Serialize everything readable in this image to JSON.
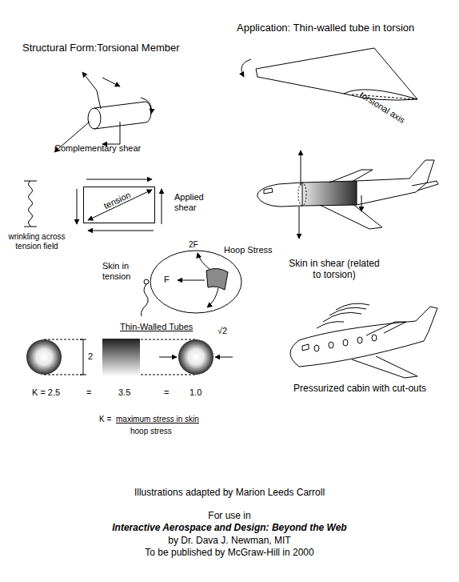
{
  "diagram": {
    "nodes": [
      {
        "text": [
          "tension"
        ]
      },
      {
        "text": [
          "F"
        ]
      }
    ],
    "labels": [
      "Structural Form:Torsional Member",
      "Application: Thin-walled tube in torsion",
      "Complementary shear",
      "torsional axis",
      "Applied shear",
      "wrinkling across tension field",
      "Skin in shear (related to torsion)",
      "2F",
      "Hoop Stress",
      "Skin in tension",
      "Thin-Walled Tubes",
      "2",
      "√2",
      "K = 2.5",
      "=",
      "3.5",
      "=",
      "1.0",
      "K =",
      "maximum stress in skin",
      "hoop stress",
      "Pressurized cabin with cut-outs",
      "Illustrations adapted by Marion Leeds Carroll",
      "For use in",
      "Interactive Aerospace and Design: Beyond the Web",
      "by Dr. Dava J. Newman, MIT",
      "To be published by McGraw-Hill in 2000"
    ]
  }
}
